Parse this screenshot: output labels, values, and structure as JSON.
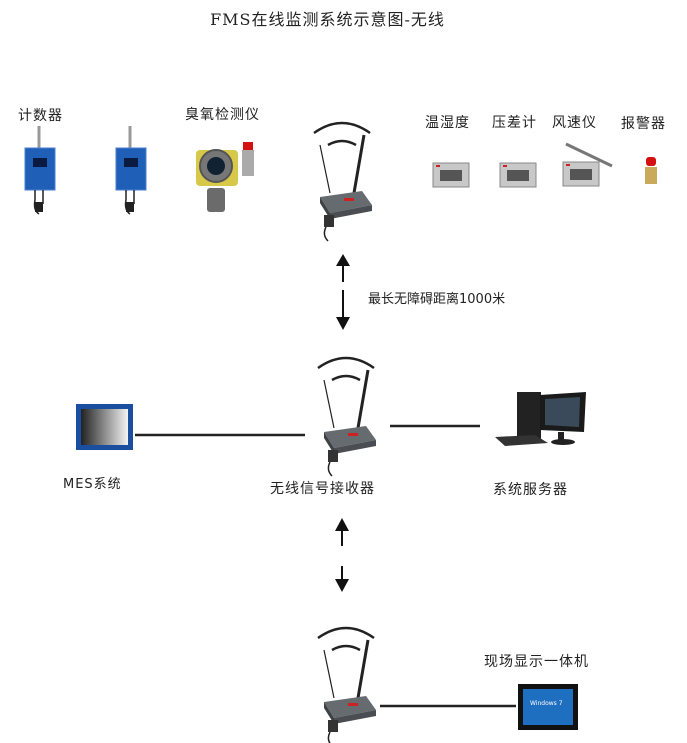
{
  "title": "FMS在线监测系统示意图-无线",
  "devices": {
    "counter": "计数器",
    "ozone": "臭氧检测仪",
    "temp_humidity": "温湿度",
    "pressure": "压差计",
    "wind": "风速仪",
    "alarm": "报警器"
  },
  "distance_note": "最长无障碍距离1000米",
  "mes": "MES系统",
  "receiver": "无线信号接收器",
  "server": "系统服务器",
  "field_display": "现场显示一体机",
  "screen_text": "Windows 7",
  "colors": {
    "counter_blue": "#1f5fb8",
    "alarm_red": "#d41010",
    "router_gray": "#555a5e",
    "line": "#222222"
  }
}
